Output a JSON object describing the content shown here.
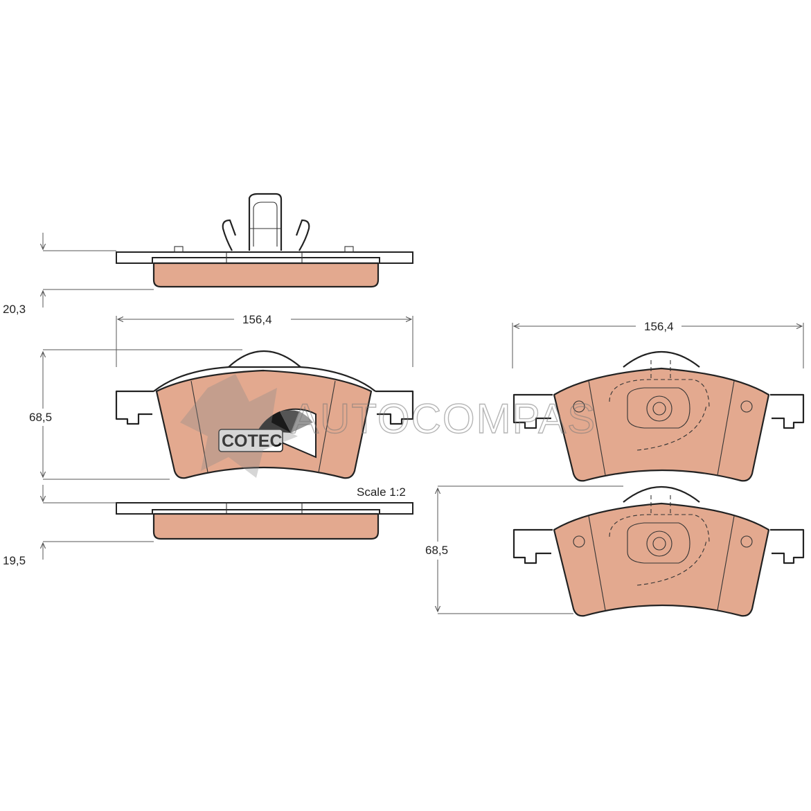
{
  "dimensions": {
    "thickness_top": "20,3",
    "thickness_bottom": "19,5",
    "width_left": "156,4",
    "width_right": "156,4",
    "height_left": "68,5",
    "height_right": "68,5"
  },
  "scale": "Scale 1:2",
  "logo_text": "COTEC",
  "watermark_text": "AUTOCOMPAS",
  "colors": {
    "pad_fill": "#e3a98f",
    "line": "#222222"
  }
}
